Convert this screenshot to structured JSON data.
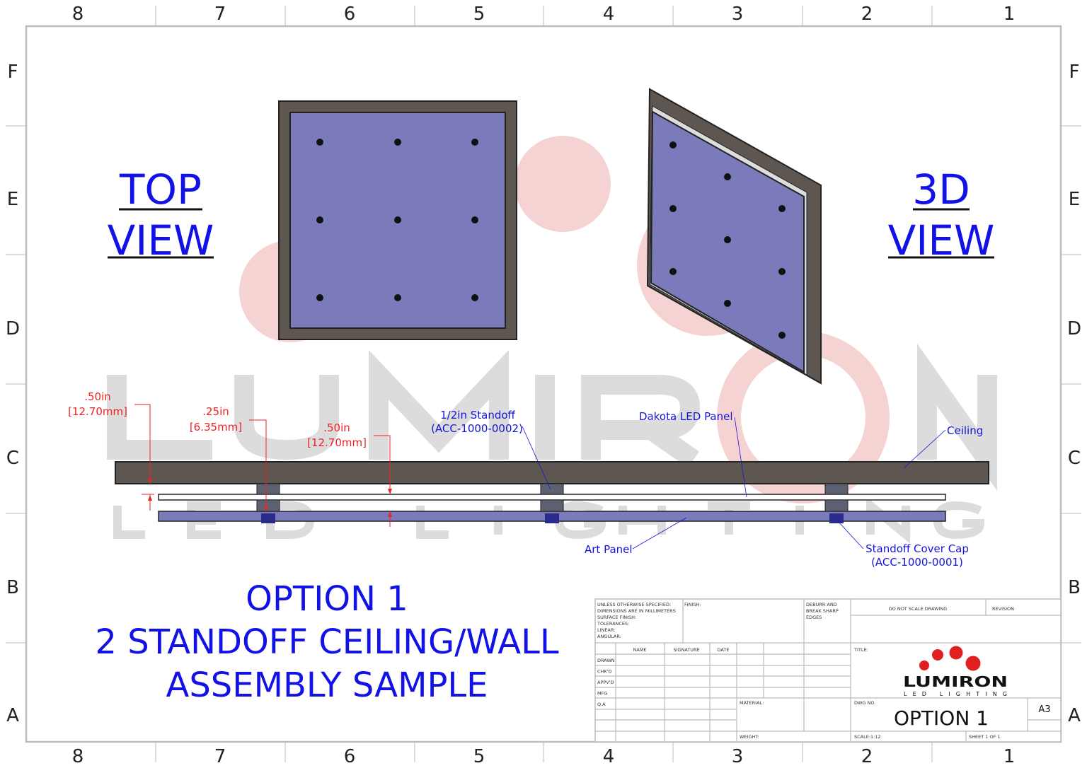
{
  "sheet": {
    "columns": [
      "8",
      "7",
      "6",
      "5",
      "4",
      "3",
      "2",
      "1"
    ],
    "rows": [
      "F",
      "E",
      "D",
      "C",
      "B",
      "A"
    ]
  },
  "watermark": {
    "brand": "LUMIRON",
    "tagline": "LED LIGHTING"
  },
  "views": {
    "top_view_line1": "TOP",
    "top_view_line2": "VIEW",
    "iso_view_line1": "3D",
    "iso_view_line2": "VIEW"
  },
  "dimensions": [
    {
      "inch": ".50in",
      "mm": "[12.70mm]"
    },
    {
      "inch": ".25in",
      "mm": "[6.35mm]"
    },
    {
      "inch": ".50in",
      "mm": "[12.70mm]"
    }
  ],
  "callouts": {
    "standoff_line1": "1/2in Standoff",
    "standoff_line2": "(ACC-1000-0002)",
    "led_panel": "Dakota LED Panel",
    "ceiling": "Ceiling",
    "art_panel": "Art Panel",
    "cap_line1": "Standoff Cover Cap",
    "cap_line2": "(ACC-1000-0001)"
  },
  "option_title": {
    "line1": "OPTION 1",
    "line2": "2 STANDOFF CEILING/WALL",
    "line3": "ASSEMBLY SAMPLE"
  },
  "colors": {
    "accent": "#1212e6",
    "dimension": "#ee2222",
    "panel": "#7b7bbb",
    "frame": "#5e5650"
  },
  "title_block": {
    "unless": [
      "UNLESS OTHERWISE SPECIFIED:",
      "DIMENSIONS ARE IN MILLIMETERS",
      "SURFACE FINISH:",
      "TOLERANCES:",
      "   LINEAR:",
      "   ANGULAR:"
    ],
    "finish": "FINISH:",
    "deburr": [
      "DEBURR AND",
      "BREAK SHARP",
      "EDGES"
    ],
    "do_not_scale": "DO NOT SCALE DRAWING",
    "revision": "REVISION",
    "headers": [
      "NAME",
      "SIGNATURE",
      "DATE"
    ],
    "roles": [
      "DRAWN",
      "CHK'D",
      "APPV'D",
      "MFG",
      "Q.A"
    ],
    "title_label": "TITLE:",
    "material": "MATERIAL:",
    "weight": "WEIGHT:",
    "dwg_no_label": "DWG NO.",
    "dwg_no": "OPTION 1",
    "size": "A3",
    "scale": "SCALE:1:12",
    "sheet": "SHEET 1 OF 1",
    "logo_brand": "LUMIRON",
    "logo_tagline": "LED LIGHTING"
  }
}
